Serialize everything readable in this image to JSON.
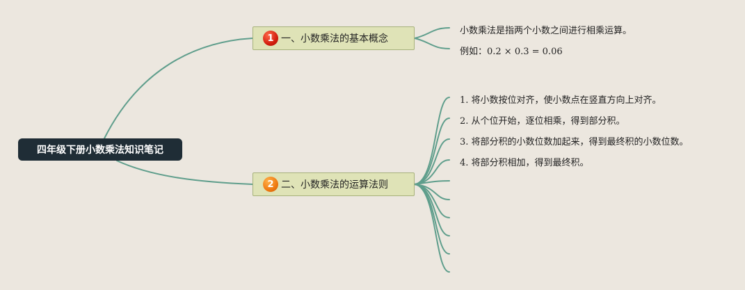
{
  "root": {
    "label": "四年级下册小数乘法知识笔记"
  },
  "branches": [
    {
      "badge": "1",
      "label": "一、小数乘法的基本概念",
      "leaves": [
        "小数乘法是指两个小数之间进行相乘运算。",
        "例如：0.2 × 0.3 = 0.06"
      ]
    },
    {
      "badge": "2",
      "label": "二、小数乘法的运算法则",
      "leaves": [
        "1. 将小数按位对齐，使小数点在竖直方向上对齐。",
        "2. 从个位开始，逐位相乘，得到部分积。",
        "3. 将部分积的小数位数加起来，得到最终积的小数位数。",
        "4. 将部分积相加，得到最终积。"
      ]
    }
  ],
  "colors": {
    "background": "#ece7df",
    "connector": "#5f9e8c",
    "root_fill": "#1f2d36",
    "branch_fill": "#dfe3b7",
    "badge_1": "#d21e0e",
    "badge_2": "#ef7a12"
  }
}
